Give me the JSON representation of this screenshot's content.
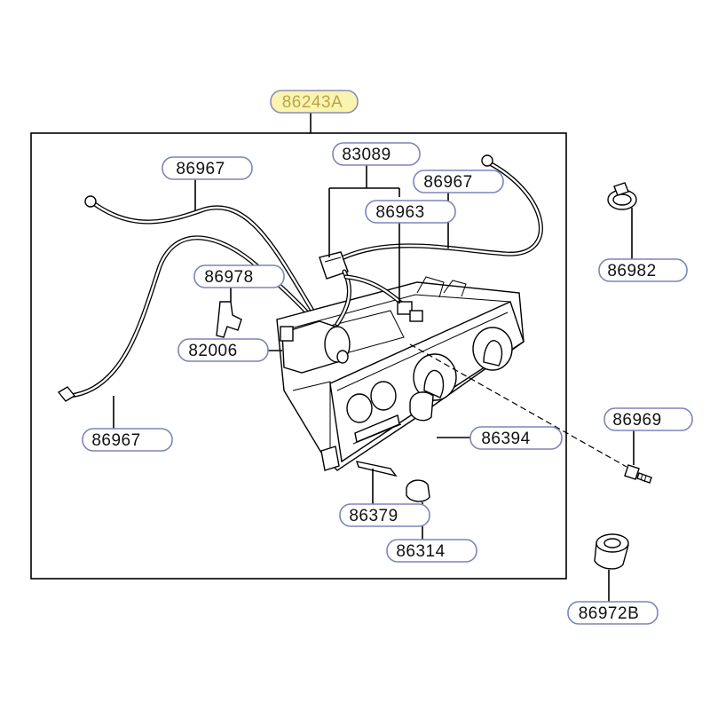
{
  "diagram": {
    "assembly_label": "86243A",
    "callouts": [
      {
        "id": "wire-upper-left",
        "label": "86967"
      },
      {
        "id": "wiring-harness",
        "label": "83089"
      },
      {
        "id": "wire-upper-right",
        "label": "86967"
      },
      {
        "id": "wire-connector",
        "label": "86963"
      },
      {
        "id": "retainer-clip",
        "label": "86978"
      },
      {
        "id": "actuator-motor",
        "label": "82006"
      },
      {
        "id": "wire-lower-left",
        "label": "86967"
      },
      {
        "id": "control-knob",
        "label": "86394"
      },
      {
        "id": "lens",
        "label": "86379"
      },
      {
        "id": "knob-cap",
        "label": "86314"
      },
      {
        "id": "hose-clamp",
        "label": "86982"
      },
      {
        "id": "screw",
        "label": "86969"
      },
      {
        "id": "bulb-socket",
        "label": "86972B"
      }
    ]
  }
}
